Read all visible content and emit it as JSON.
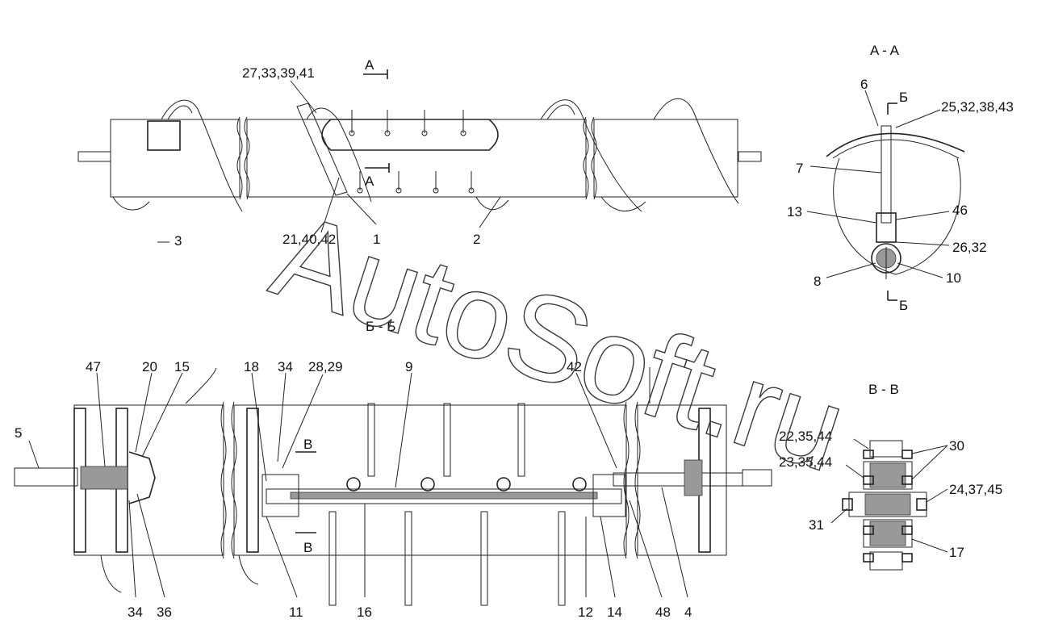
{
  "sections": {
    "aa": "A - A",
    "bb": "Б - Б",
    "vv": "В - В"
  },
  "cut_marks": {
    "a": "А",
    "b": "Б",
    "v": "В"
  },
  "labels": {
    "top_view": [
      "27,33,39,41",
      "3",
      "21,40,42",
      "1",
      "2"
    ],
    "section_aa": [
      "6",
      "25,32,38,43",
      "7",
      "13",
      "46",
      "26,32",
      "8",
      "10"
    ],
    "section_bb_top": [
      "47",
      "20",
      "15",
      "18",
      "34",
      "28,29",
      "9",
      "42"
    ],
    "section_bb_bottom": [
      "5",
      "34",
      "36",
      "11",
      "16",
      "12",
      "14",
      "48",
      "4"
    ],
    "section_vv": [
      "22,35,44",
      "23,35,44",
      "30",
      "24,37,45",
      "31",
      "17"
    ]
  },
  "watermark": "AutoSoft.ru"
}
